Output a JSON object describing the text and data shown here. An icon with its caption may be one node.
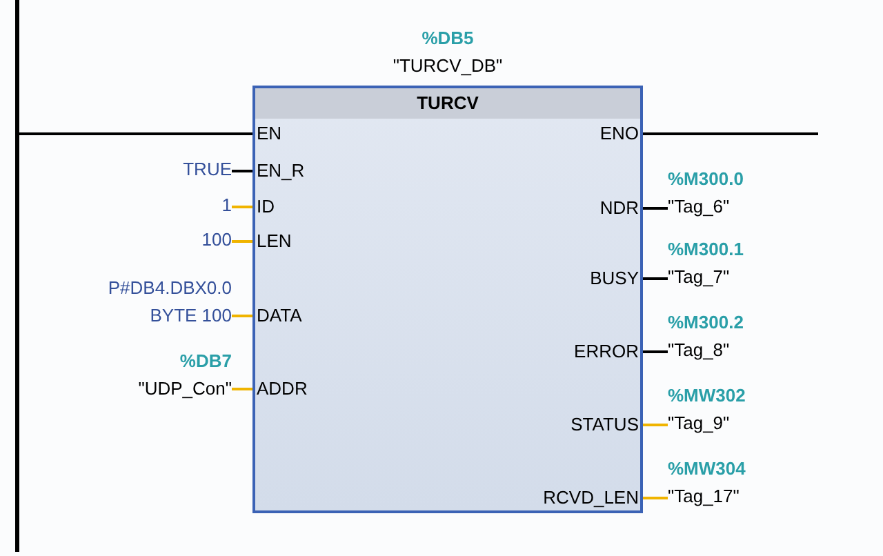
{
  "diagram": {
    "nodes": [
      {
        "text": [],
        "shape": "bar"
      },
      {
        "text": [
          "TURCV"
        ],
        "beside": [
          "%DB5",
          "\"TURCV_DB\""
        ]
      },
      {
        "text": [
          "EN"
        ],
        "in": 1
      },
      {
        "text": [
          "EN_R"
        ],
        "in": 1
      },
      {
        "text": [
          "ID"
        ],
        "in": 1
      },
      {
        "text": [
          "LEN"
        ],
        "in": 1
      },
      {
        "text": [
          "DATA"
        ],
        "in": 1
      },
      {
        "text": [
          "ADDR"
        ],
        "in": 1
      },
      {
        "text": [
          "ENO"
        ],
        "in": 1
      },
      {
        "text": [
          "NDR"
        ],
        "in": 1
      },
      {
        "text": [
          "BUSY"
        ],
        "in": 1
      },
      {
        "text": [
          "ERROR"
        ],
        "in": 1
      },
      {
        "text": [
          "STATUS"
        ],
        "in": 1
      },
      {
        "text": [
          "RCVD_LEN"
        ],
        "in": 1
      },
      {
        "text": [
          "TRUE"
        ]
      },
      {
        "text": [
          "1"
        ]
      },
      {
        "text": [
          "100"
        ]
      },
      {
        "text": [
          "P#DB4.DBX0.0 BYTE 100"
        ]
      },
      {
        "text": [
          "%DB7",
          "\"UDP_Con\""
        ]
      },
      {
        "text": [
          "%M300.0",
          "\"Tag_6\""
        ]
      },
      {
        "text": [
          "%M300.1",
          "\"Tag_7\""
        ]
      },
      {
        "text": [
          "%M300.2",
          "\"Tag_8\""
        ]
      },
      {
        "text": [
          "%MW302",
          "\"Tag_9\""
        ]
      },
      {
        "text": [
          "%MW304",
          "\"Tag_17\""
        ]
      }
    ],
    "edges": [
      {
        "from": 0,
        "to": 2,
        "arrow": "none"
      },
      {
        "from": 14,
        "to": 3,
        "arrow": "none"
      },
      {
        "from": 15,
        "to": 4,
        "arrow": "none",
        "color": "#f0b400"
      },
      {
        "from": 16,
        "to": 5,
        "arrow": "none",
        "color": "#f0b400"
      },
      {
        "from": 17,
        "to": 6,
        "arrow": "none",
        "color": "#f0b400"
      },
      {
        "from": 18,
        "to": 7,
        "arrow": "none",
        "color": "#f0b400"
      },
      {
        "from": 8,
        "to": null,
        "arrow": "none"
      },
      {
        "from": 9,
        "to": 19,
        "arrow": "none"
      },
      {
        "from": 10,
        "to": 20,
        "arrow": "none"
      },
      {
        "from": 11,
        "to": 21,
        "arrow": "none"
      },
      {
        "from": 12,
        "to": 22,
        "arrow": "none",
        "color": "#f0b400"
      },
      {
        "from": 13,
        "to": 23,
        "arrow": "none",
        "color": "#f0b400"
      }
    ]
  }
}
